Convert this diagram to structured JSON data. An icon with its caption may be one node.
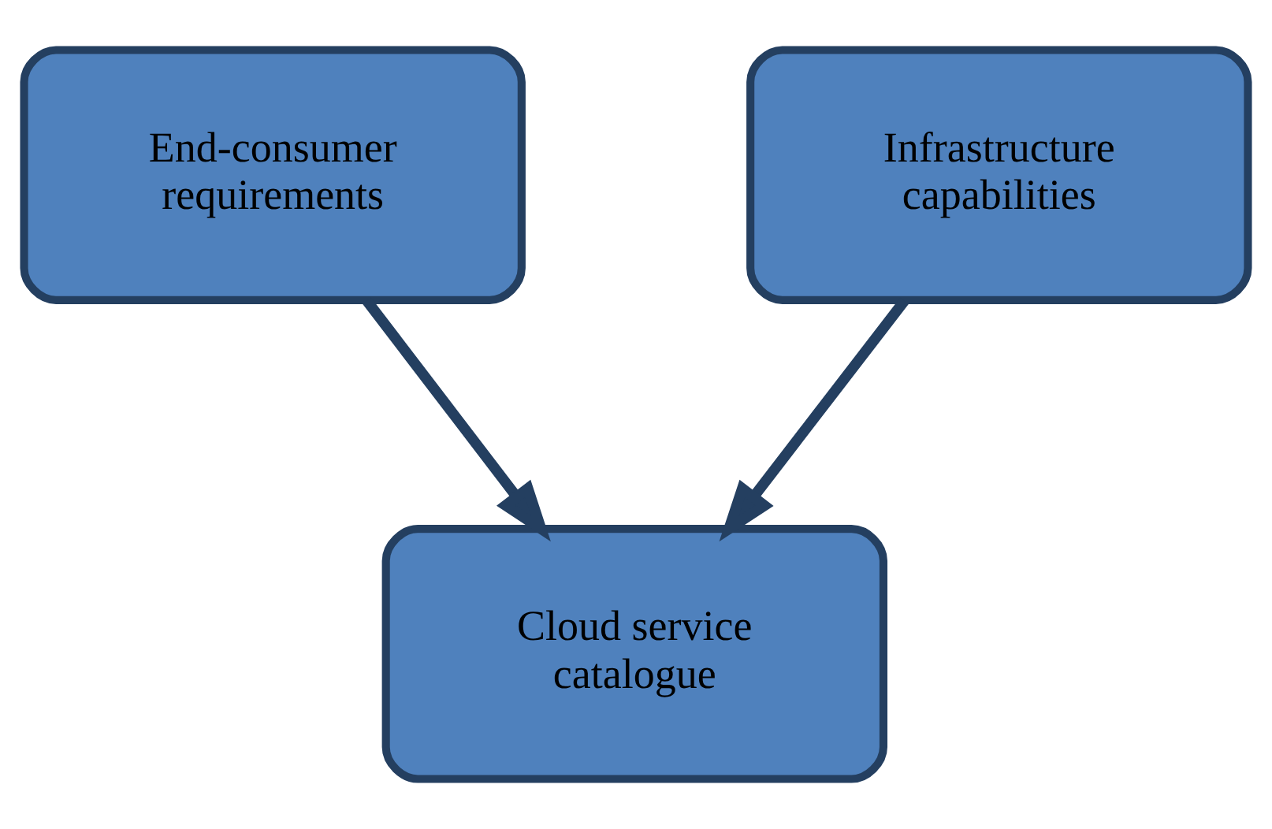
{
  "diagram": {
    "nodes": [
      {
        "text": [
          "End-consumer requirements"
        ]
      },
      {
        "text": [
          "Infrastructure capabilities"
        ]
      },
      {
        "text": [
          "Cloud service catalogue"
        ]
      }
    ],
    "edges": [
      {
        "from": 0,
        "to": 2,
        "arrow": "to"
      },
      {
        "from": 1,
        "to": 2,
        "arrow": "to"
      }
    ]
  }
}
